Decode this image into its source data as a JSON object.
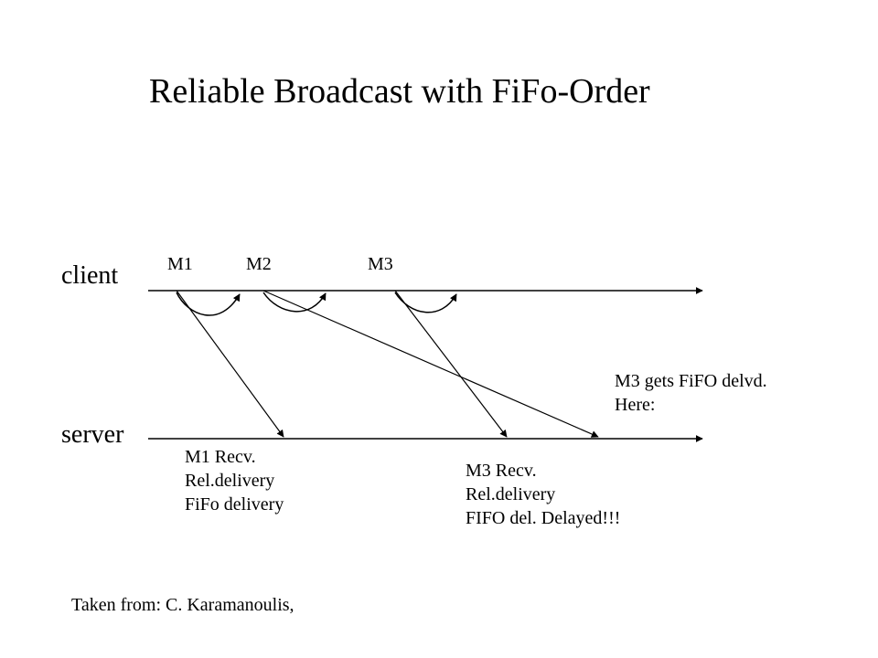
{
  "title": "Reliable Broadcast with FiFo-Order",
  "processes": {
    "client": "client",
    "server": "server"
  },
  "messages": [
    "M1",
    "M2",
    "M3"
  ],
  "annotations": {
    "m1_received": [
      "M1 Recv.",
      "Rel.delivery",
      "FiFo delivery"
    ],
    "m3_received": [
      "M3 Recv.",
      "Rel.delivery",
      "FIFO del. Delayed!!!"
    ],
    "m3_fifo_delivered": [
      "M3 gets FiFO delvd.",
      "Here:"
    ]
  },
  "credit": "Taken from: C. Karamanoulis,"
}
